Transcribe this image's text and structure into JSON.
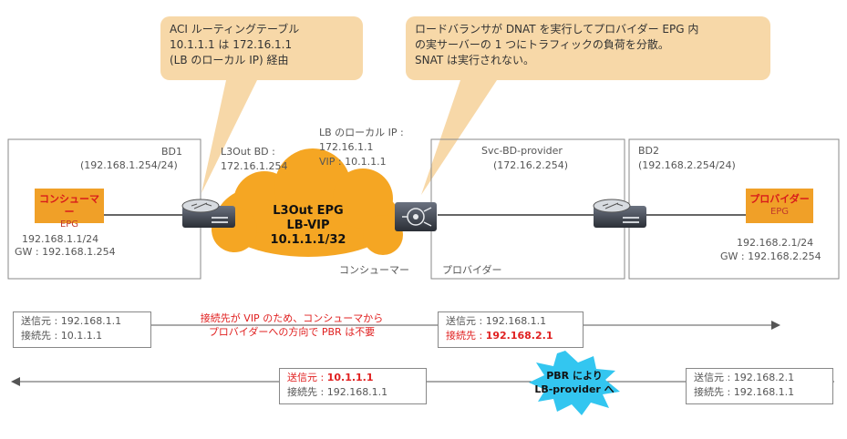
{
  "callouts": {
    "left": [
      "ACI ルーティングテーブル",
      "10.1.1.1 は 172.16.1.1",
      "(LB のローカル IP)  経由"
    ],
    "right": [
      "ロードバランサが DNAT を実行してプロバイダー EPG 内",
      "の実サーバーの 1 つにトラフィックの負荷を分散。",
      "SNAT は実行されない。"
    ]
  },
  "bd1": {
    "title": "BD1",
    "subnet": "(192.168.1.254/24)"
  },
  "l3out_bd": {
    "title": "L3Out  BD :",
    "ip": "172.16.1.254"
  },
  "lb_local": {
    "title": "LB のローカル IP :",
    "ip": "172.16.1.1",
    "vip": "VIP : 10.1.1.1"
  },
  "svc_bd": {
    "title": "Svc-BD-provider",
    "subnet": "(172.16.2.254)"
  },
  "bd2": {
    "title": "BD2",
    "subnet": "(192.168.2.254/24)"
  },
  "consumer_epg": {
    "name": "コンシューマー",
    "sub": "EPG",
    "ip": "192.168.1.1/24",
    "gw": "GW : 192.168.1.254"
  },
  "provider_epg": {
    "name": "プロバイダー",
    "sub": "EPG",
    "ip": "192.168.2.1/24",
    "gw": "GW : 192.168.2.254"
  },
  "cloud": {
    "line1": "L3Out EPG",
    "line2": "LB-VIP",
    "line3": "10.1.1.1/32"
  },
  "zone_labels": {
    "consumer": "コンシューマー",
    "provider": "プロバイダー"
  },
  "packets": {
    "p1": {
      "src": "送信元 : 192.168.1.1",
      "dst": "接続先 : 10.1.1.1"
    },
    "p2": {
      "src": "送信元 : 192.168.1.1",
      "dst_label": "接続先 : ",
      "dst_value": "192.168.2.1"
    },
    "p3": {
      "src_label": "送信元 : ",
      "src_value": "10.1.1.1",
      "dst": "接続先 : 192.168.1.1"
    },
    "p4": {
      "src": "送信元 : 192.168.2.1",
      "dst": "接続先 : 192.168.1.1"
    }
  },
  "note": [
    "接続先が VIP のため、コンシューマから",
    "プロバイダーへの方向で PBR は不要"
  ],
  "burst": [
    "PBR により",
    "LB-provider へ"
  ],
  "colors": {
    "epg": "#f0a028",
    "cloud": "#f5a623",
    "callout": "#f7d8a8",
    "burst": "#33c6f0",
    "alert": "#e02020"
  }
}
